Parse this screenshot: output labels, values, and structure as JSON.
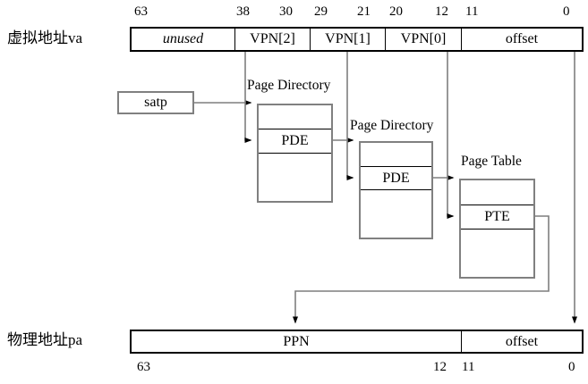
{
  "va": {
    "label": "虚拟地址va",
    "bits_top": [
      "63",
      "38",
      "30",
      "29",
      "21",
      "20",
      "12",
      "11",
      "0"
    ],
    "fields": [
      {
        "name": "unused"
      },
      {
        "name": "VPN[2]"
      },
      {
        "name": "VPN[1]"
      },
      {
        "name": "VPN[0]"
      },
      {
        "name": "offset"
      }
    ]
  },
  "satp": {
    "label": "satp"
  },
  "tables": [
    {
      "title": "Page Directory",
      "entry": "PDE"
    },
    {
      "title": "Page Directory",
      "entry": "PDE"
    },
    {
      "title": "Page Table",
      "entry": "PTE"
    }
  ],
  "pa": {
    "label": "物理地址pa",
    "fields": [
      {
        "name": "PPN"
      },
      {
        "name": "offset"
      }
    ],
    "bits_bottom": [
      "63",
      "12",
      "11",
      "0"
    ]
  },
  "colors": {
    "wire_gray": "#7f7f7f",
    "box_border_gray": "#808080",
    "ink_black": "#000000"
  }
}
